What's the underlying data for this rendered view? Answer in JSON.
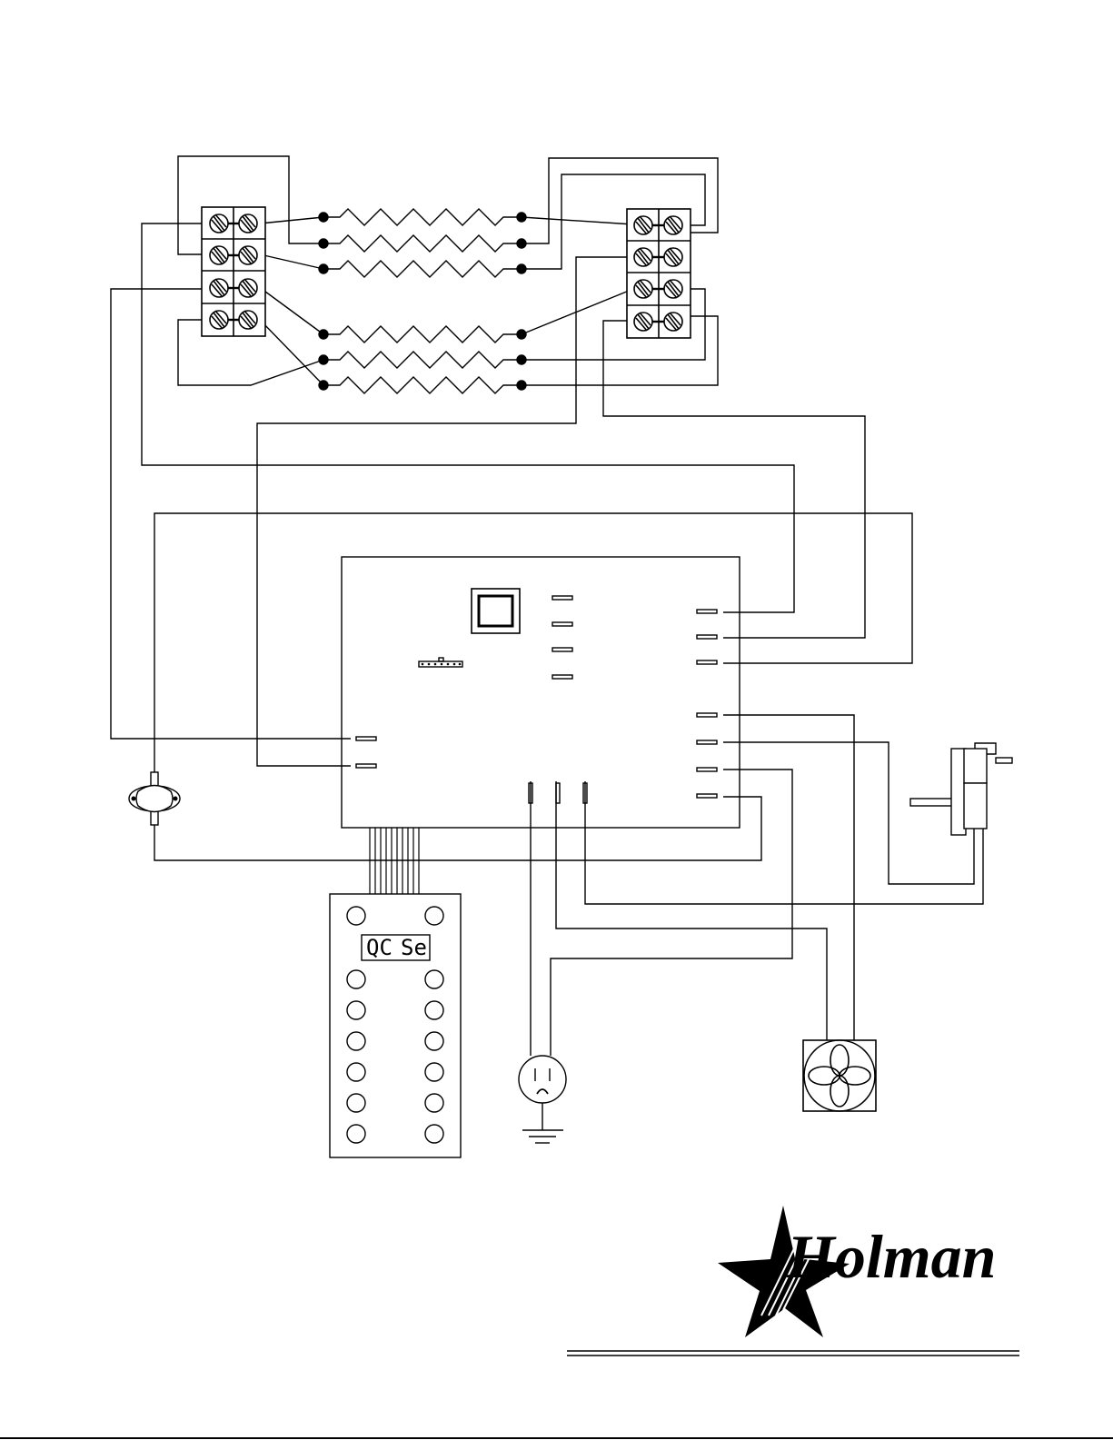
{
  "diagram": {
    "components": {
      "terminal_block_left": "terminal-block",
      "terminal_block_right": "terminal-block",
      "heating_elements": [
        "element-1",
        "element-2",
        "element-3",
        "element-4",
        "element-5",
        "element-6"
      ],
      "control_board": "control-board",
      "thermal_switch": "thermal-switch",
      "motor": "gear-motor",
      "fan": "cooling-fan",
      "receptacle": "power-receptacle",
      "ground": "ground-symbol"
    },
    "keypad": {
      "display_text": "QCSe",
      "display_left": "QC",
      "display_right": "Se"
    }
  },
  "logo": {
    "text": "Holman",
    "icon": "star-icon"
  },
  "colors": {
    "line": "#000000",
    "background": "#ffffff"
  }
}
